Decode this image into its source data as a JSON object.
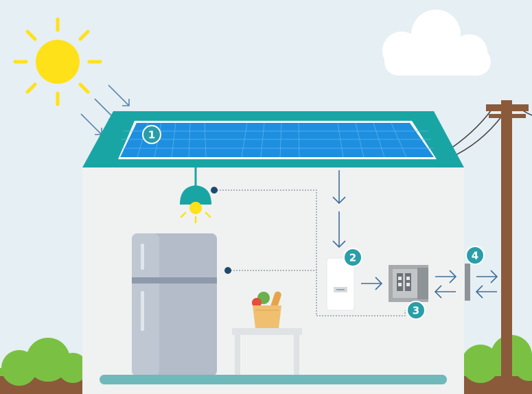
{
  "badges": {
    "panels": "1",
    "inverter": "2",
    "breaker_box": "3",
    "meter": "4"
  },
  "colors": {
    "sky": "#e6eff3",
    "sun": "#ffe11a",
    "roof": "#1aa5a5",
    "panel": "#1e8fe0",
    "wall": "#f0f1f1",
    "ground": "#8a5a3b",
    "grass": "#7ac143",
    "pole": "#8a5a3b",
    "badge": "#2a9ea8",
    "arrow": "#3d6f9a"
  },
  "icons": [
    "sun-icon",
    "cloud-icon",
    "solar-panel-icon",
    "ceiling-lamp-icon",
    "refrigerator-icon",
    "grocery-bag-icon",
    "inverter-icon",
    "breaker-box-icon",
    "meter-icon",
    "utility-pole-icon"
  ]
}
